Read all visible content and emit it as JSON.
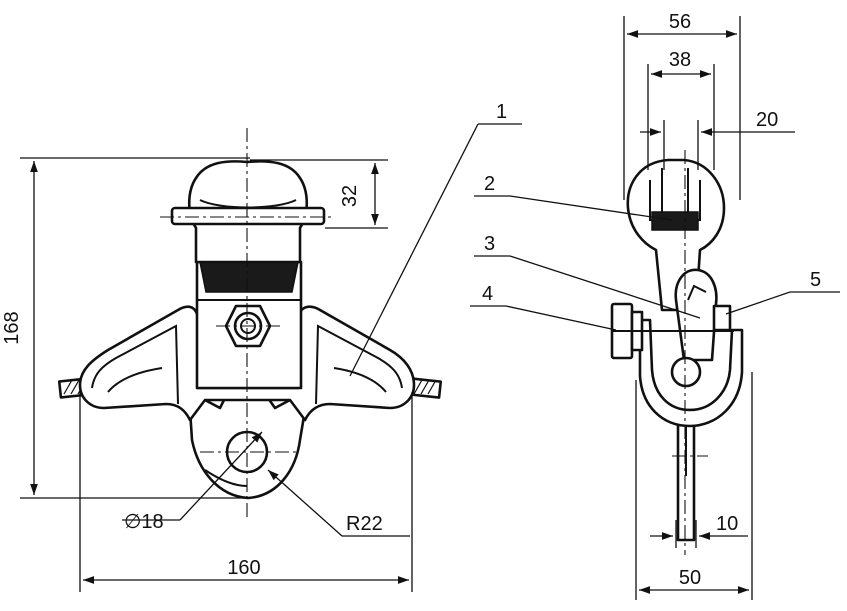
{
  "dimensions": {
    "d56": "56",
    "d38": "38",
    "d20": "20",
    "d32": "32",
    "d168": "168",
    "d160": "160",
    "d18": "∅18",
    "r22": "R22",
    "d10": "10",
    "d50": "50"
  },
  "callouts": {
    "p1": "1",
    "p2": "2",
    "p3": "3",
    "p4": "4",
    "p5": "5"
  }
}
